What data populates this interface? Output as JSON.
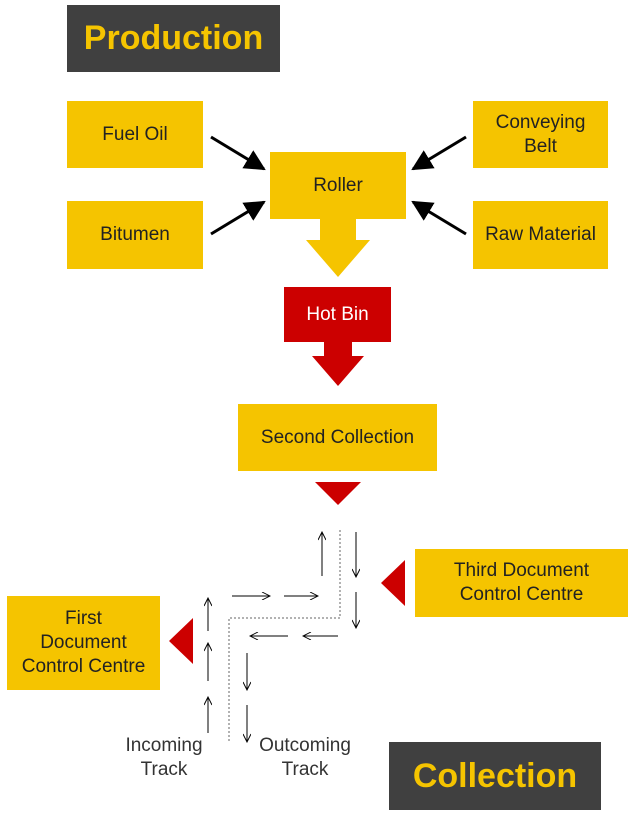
{
  "titles": {
    "production": "Production",
    "collection": "Collection"
  },
  "nodes": {
    "fuel_oil": "Fuel Oil",
    "bitumen": "Bitumen",
    "roller": "Roller",
    "conveying_belt": "Conveying\nBelt",
    "raw_material": "Raw Material",
    "hot_bin": "Hot Bin",
    "second_collection": "Second Collection",
    "third_dcc": "Third Document\nControl Centre",
    "first_dcc": "First\nDocument\nControl Centre"
  },
  "tracks": {
    "incoming": "Incoming\nTrack",
    "outcoming": "Outcoming\nTrack"
  },
  "colors": {
    "yellow": "#f5c400",
    "red": "#cc0000",
    "dark": "#404040"
  }
}
